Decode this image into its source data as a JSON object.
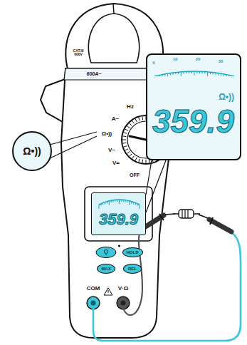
{
  "diagram": {
    "nodes": [
      {
        "text": [
          "Ω•))",
          "359.9"
        ]
      },
      {
        "text": [
          "Ω•))"
        ]
      },
      {
        "text": [
          "359.9"
        ]
      },
      {
        "text": [
          "HOLD"
        ]
      },
      {
        "text": [
          "MAX"
        ]
      },
      {
        "text": [
          "REL"
        ]
      }
    ],
    "edges": [
      {
        "from": 2,
        "to": 0,
        "arrow": "none"
      }
    ],
    "labels": [
      "CAT.III 600V",
      "600A~",
      "Hz",
      "A~",
      "Ω•))",
      "V~",
      "V=",
      "OFF",
      "COM",
      "V·Ω",
      "0",
      "10",
      "20",
      "30"
    ]
  }
}
